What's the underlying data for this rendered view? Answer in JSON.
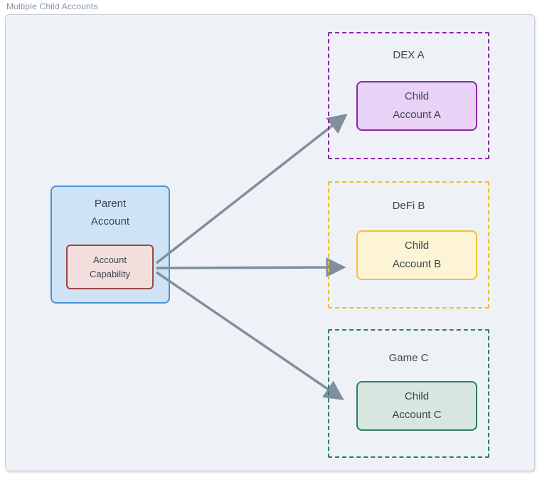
{
  "page": {
    "title": "Multiple Child Accounts"
  },
  "parent": {
    "label": "Parent\nAccount",
    "capability_label": "Account\nCapability"
  },
  "groups": [
    {
      "id": "dex-a",
      "title": "DEX A",
      "child_label": "Child\nAccount A"
    },
    {
      "id": "defi-b",
      "title": "DeFi B",
      "child_label": "Child\nAccount B"
    },
    {
      "id": "game-c",
      "title": "Game C",
      "child_label": "Child\nAccount C"
    }
  ],
  "arrows": [
    {
      "from": "account-capability",
      "to": "child-account-a"
    },
    {
      "from": "account-capability",
      "to": "child-account-b"
    },
    {
      "from": "account-capability",
      "to": "child-account-c"
    }
  ],
  "colors": {
    "panel-bg": "#eef2f6",
    "panel-border": "#c9cfd8",
    "title-text": "#8a94a1",
    "text": "#3a4550",
    "arrow": "#7f8f9e",
    "parent-bg": "#cfe3f6",
    "parent-border": "#4a90d9",
    "capability-bg": "#f2dedd",
    "capability-border": "#9e4742",
    "purple-border": "#8e24aa",
    "purple-bg": "#e8d2f6",
    "amber-border": "#f0bc2e",
    "amber-child-border": "#f2c330",
    "amber-bg": "#fdf4d6",
    "green-border": "#2a7f66",
    "green-bg": "#d7e7e0"
  }
}
